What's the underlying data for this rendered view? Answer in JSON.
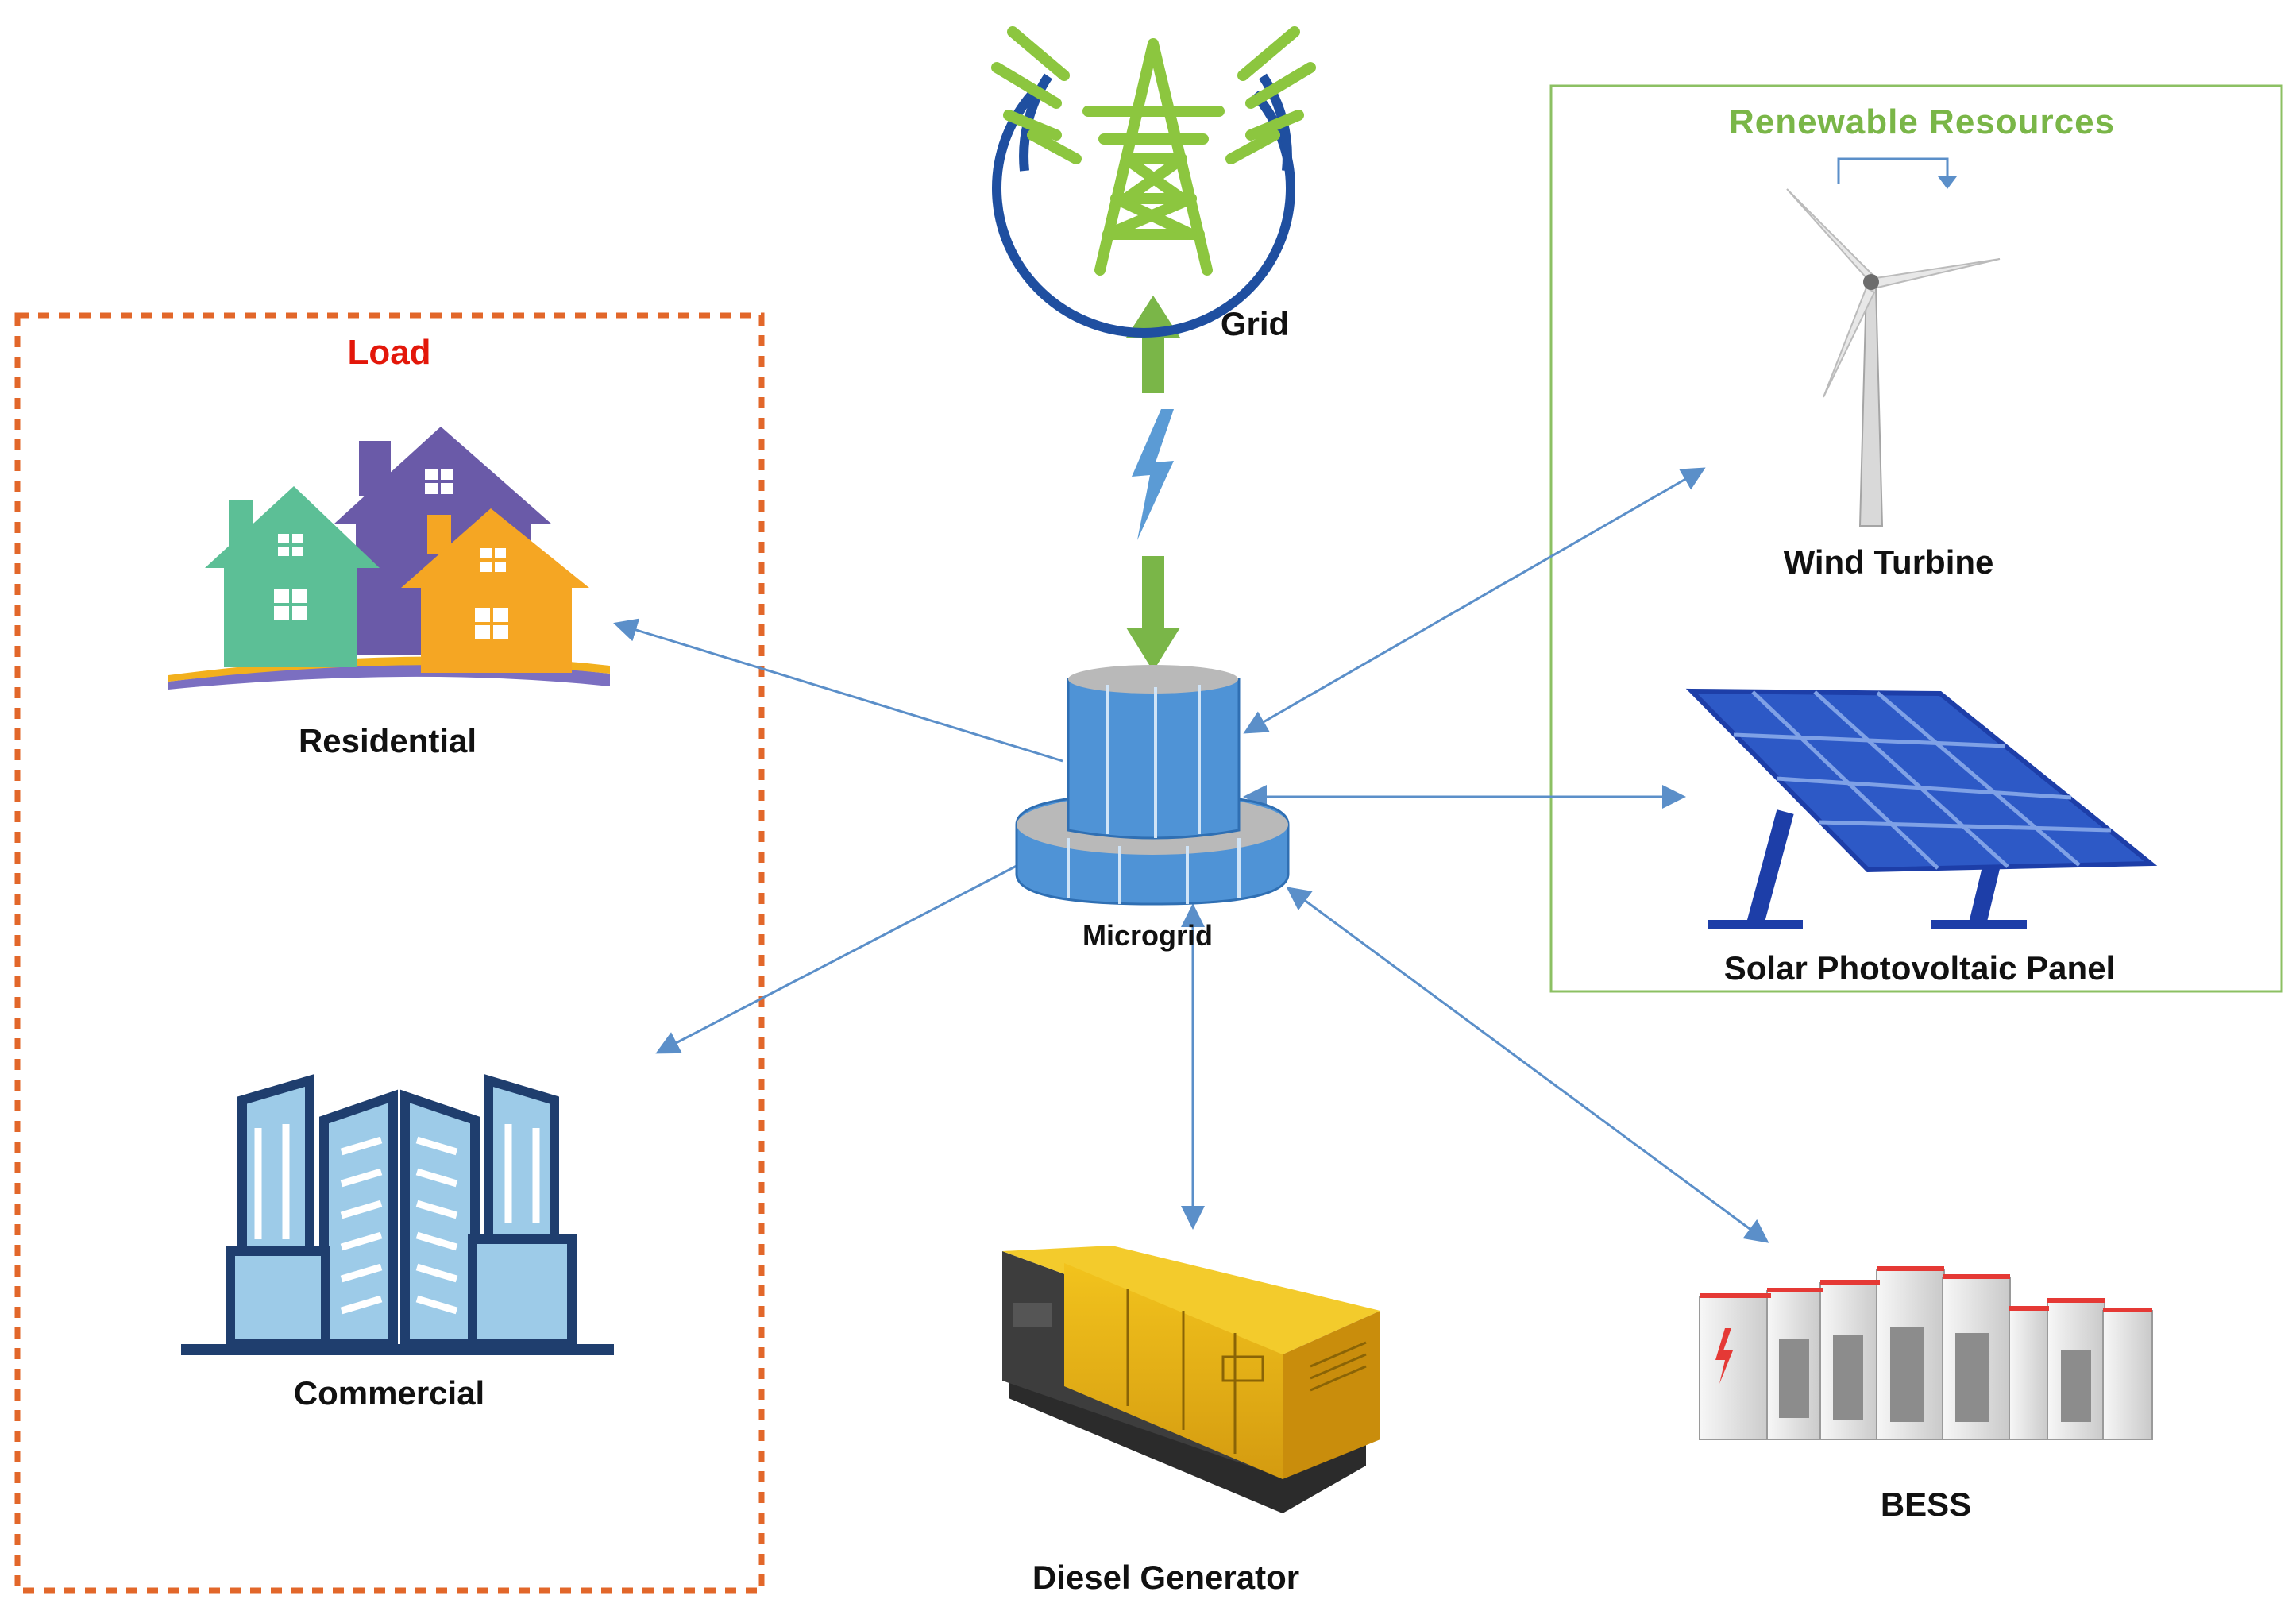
{
  "colors": {
    "load_border": "#e2672a",
    "load_label": "#e3170a",
    "renewable_border": "#8cc063",
    "renewable_label": "#7ab648",
    "link_arrow": "#5b8fc9",
    "grid_arrow": "#7ab648"
  },
  "load": {
    "title": "Load",
    "residential_label": "Residential",
    "commercial_label": "Commercial"
  },
  "renewables": {
    "title": "Renewable Resources",
    "wind_label": "Wind Turbine",
    "solar_label": "Solar Photovoltaic Panel"
  },
  "grid": {
    "label": "Grid"
  },
  "microgrid": {
    "label": "Microgrid"
  },
  "diesel": {
    "label": "Diesel Generator"
  },
  "bess": {
    "label": "BESS"
  },
  "icons": {
    "grid": "transmission-tower-icon",
    "microgrid": "microgrid-hub-icon",
    "lightning": "lightning-bolt-icon",
    "residential": "houses-icon",
    "commercial": "office-buildings-icon",
    "wind": "wind-turbine-icon",
    "solar": "solar-panel-icon",
    "diesel": "diesel-generator-icon",
    "bess": "battery-storage-icon"
  }
}
